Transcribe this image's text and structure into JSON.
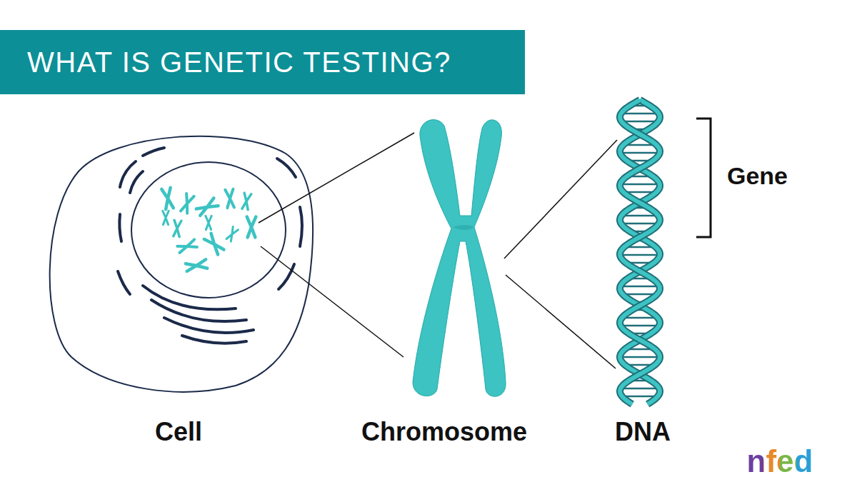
{
  "diagram": {
    "title": "WHAT IS GENETIC TESTING?",
    "labels": [
      "Cell",
      "Chromosome",
      "DNA",
      "Gene",
      "nfed"
    ]
  }
}
